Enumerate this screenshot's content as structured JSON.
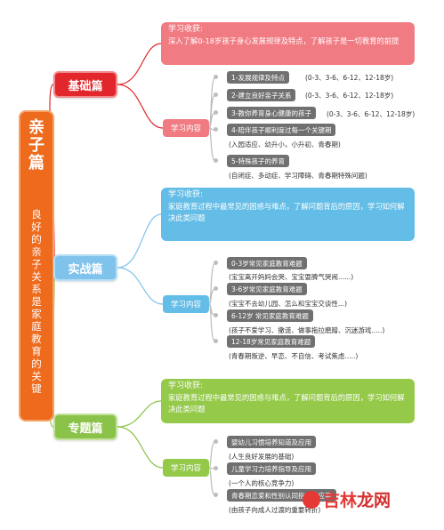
{
  "root": {
    "title": "亲子篇",
    "subtitle": "良好的亲子关系是家庭教育的关键"
  },
  "sections": [
    {
      "name": "基础篇",
      "gain_title": "学习收获:",
      "gain_text": "深入了解0-18岁孩子身心发展规律及特点，了解孩子是一切教育的前提",
      "learn_label": "学习内容",
      "items": [
        {
          "label": "1-发展规律及特点",
          "desc": "(0-3、3-6、6-12、12-18岁)"
        },
        {
          "label": "2-建立良好亲子关系",
          "desc": "(0-3、3-6、6-12、12-18岁)"
        },
        {
          "label": "3-教你养育身心健康的孩子",
          "desc": "(0-3、3-6、6-12、12-18岁)"
        },
        {
          "label": "4-陪伴孩子顺利度过每一个关键期",
          "desc": "(入园适应、幼升小，小升初、青春期)"
        },
        {
          "label": "5-特殊孩子的养育",
          "desc": "(自闭症、多动症、学习障碍、青春期特殊问题)"
        }
      ]
    },
    {
      "name": "实战篇",
      "gain_title": "学习收获:",
      "gain_text": "家庭教育过程中最常见的困惑与难点，了解问题背后的原因，学习如何解决此类问题",
      "learn_label": "学习内容",
      "items": [
        {
          "label": "0-3岁常见家庭教育难题",
          "desc": "(宝宝离开妈妈会哭、宝宝耍脾气哭闹......)"
        },
        {
          "label": "3-6岁常见家庭教育难题",
          "desc": "(宝宝不去幼儿园、怎么和宝宝交谈性...)"
        },
        {
          "label": "6-12岁 常见家庭教育难题",
          "desc": "(孩子不爱学习、撒谎、做事拖拉磨蹭、沉迷游戏.....)"
        },
        {
          "label": "12-18岁常见家庭教育难题",
          "desc": "(青春期叛逆、早恋、不自信、考试焦虑.....)"
        }
      ]
    },
    {
      "name": "专题篇",
      "gain_title": "学习收获:",
      "gain_text": "家庭教育过程中最常见的困惑与难点，了解问题背后的原因，学习如何解决此类问题",
      "learn_label": "学习内容",
      "items": [
        {
          "label": "婴幼儿习惯培养知道及应用",
          "desc": "(人生良好发展的基础)"
        },
        {
          "label": "儿童学习力培养指导及应用",
          "desc": "(一个人的核心竞争力)"
        },
        {
          "label": "青春期恋爱和性别认同指导及应用",
          "desc": "(由孩子向成人过渡的重要转折)"
        }
      ]
    }
  ],
  "watermark": {
    "part1": "吉林",
    "part2": "龙网"
  },
  "colors": {
    "root": "#ee6a1c",
    "basic": "#e1262c",
    "practice": "#7fc3ec",
    "topic": "#8bc34a",
    "item": "#707070"
  }
}
